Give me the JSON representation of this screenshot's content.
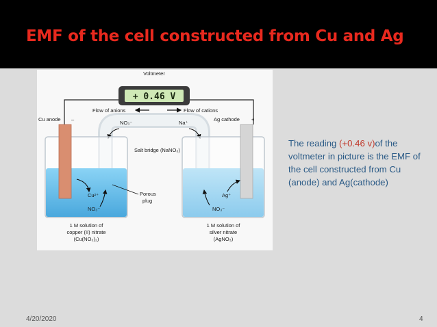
{
  "slide": {
    "title": "EMF of the cell constructed from Cu and Ag",
    "date": "4/20/2020",
    "page_number": "4"
  },
  "caption": {
    "part1": "The reading ",
    "reading": "(+0.46 v)",
    "part2": "of the voltmeter in picture is the EMF of the cell constructed from Cu (anode) and Ag(cathode)"
  },
  "diagram": {
    "voltmeter_label": "Voltmeter",
    "voltmeter_reading": "+ 0.46 V",
    "flow_anions": "Flow of anions",
    "flow_cations": "Flow of cations",
    "cu_anode": "Cu anode",
    "anode_sign": "–",
    "ag_cathode": "Ag cathode",
    "cathode_sign": "+",
    "no3_bridge": "NO₃⁻",
    "na_bridge": "Na⁺",
    "salt_bridge": "Salt bridge (NaNO₃)",
    "cu2_ion": "Cu²⁺",
    "no3_left": "NO₃⁻",
    "porous_plug_line1": "Porous",
    "porous_plug_line2": "plug",
    "ag_ion": "Ag⁺",
    "no3_right": "NO₃⁻",
    "left_solution_line1": "1 M solution of",
    "left_solution_line2": "copper (II) nitrate",
    "left_solution_line3": "(Cu(NO₃)₂)",
    "right_solution_line1": "1 M solution of",
    "right_solution_line2": "silver nitrate",
    "right_solution_line3": "(AgNO₃)"
  },
  "colors": {
    "title": "#e8291e",
    "caption_text": "#2a5a86",
    "caption_highlight": "#c0392b",
    "copper": "#d98e70",
    "silver": "#d5d5d5",
    "solution": "#6ec1ea"
  }
}
